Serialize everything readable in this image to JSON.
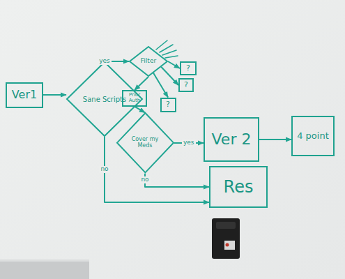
{
  "diagram": {
    "nodes": [
      {
        "text": [
          "Ver1"
        ]
      },
      {
        "text": [
          "Sane Scripts"
        ]
      },
      {
        "text": [
          "Filter"
        ]
      },
      {
        "text": [
          "?"
        ]
      },
      {
        "text": [
          "?"
        ]
      },
      {
        "text": [
          "Prior Auth"
        ]
      },
      {
        "text": [
          "?"
        ]
      },
      {
        "text": [
          "Cover my Meds"
        ]
      },
      {
        "text": [
          "Ver 2"
        ]
      },
      {
        "text": [
          "4 point"
        ]
      },
      {
        "text": [
          "Res"
        ]
      }
    ],
    "edges": [
      {
        "from": 0,
        "to": 1,
        "arrow": "to"
      },
      {
        "from": 1,
        "to": 2,
        "label": "yes",
        "arrow": "to"
      },
      {
        "from": 2,
        "to": 3,
        "arrow": "to"
      },
      {
        "from": 2,
        "to": 4,
        "arrow": "to"
      },
      {
        "from": 2,
        "to": 6,
        "arrow": "to"
      },
      {
        "from": 2,
        "to": 5,
        "arrow": "to"
      },
      {
        "from": 5,
        "to": 7,
        "arrow": "to"
      },
      {
        "from": 7,
        "to": 8,
        "label": "yes",
        "arrow": "to"
      },
      {
        "from": 7,
        "to": 10,
        "label": "no",
        "arrow": "to"
      },
      {
        "from": 1,
        "to": 10,
        "label": "no",
        "arrow": "to"
      },
      {
        "from": 8,
        "to": 9,
        "arrow": "to"
      }
    ]
  }
}
